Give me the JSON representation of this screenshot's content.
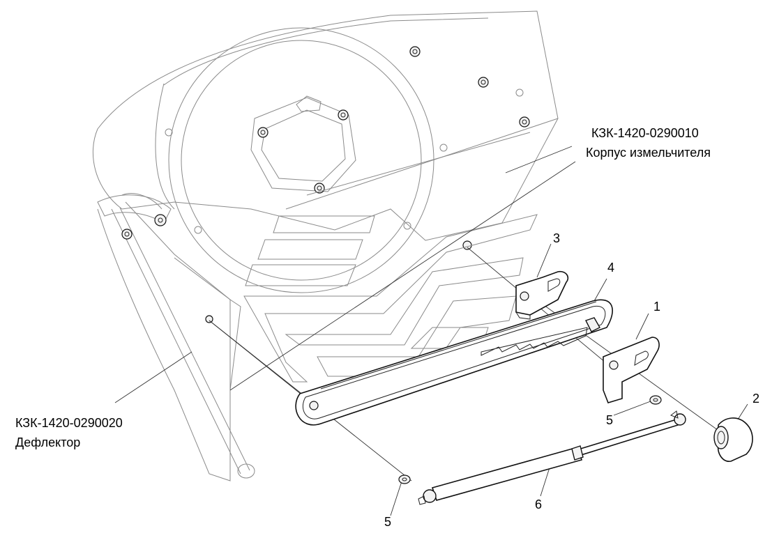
{
  "labels": {
    "housing_code": "КЗК-1420-0290010",
    "housing_name": "Корпус измельчителя",
    "deflector_code": "КЗК-1420-0290020",
    "deflector_name": "Дефлектор"
  },
  "callouts": [
    "1",
    "2",
    "3",
    "4",
    "5",
    "5",
    "6"
  ]
}
